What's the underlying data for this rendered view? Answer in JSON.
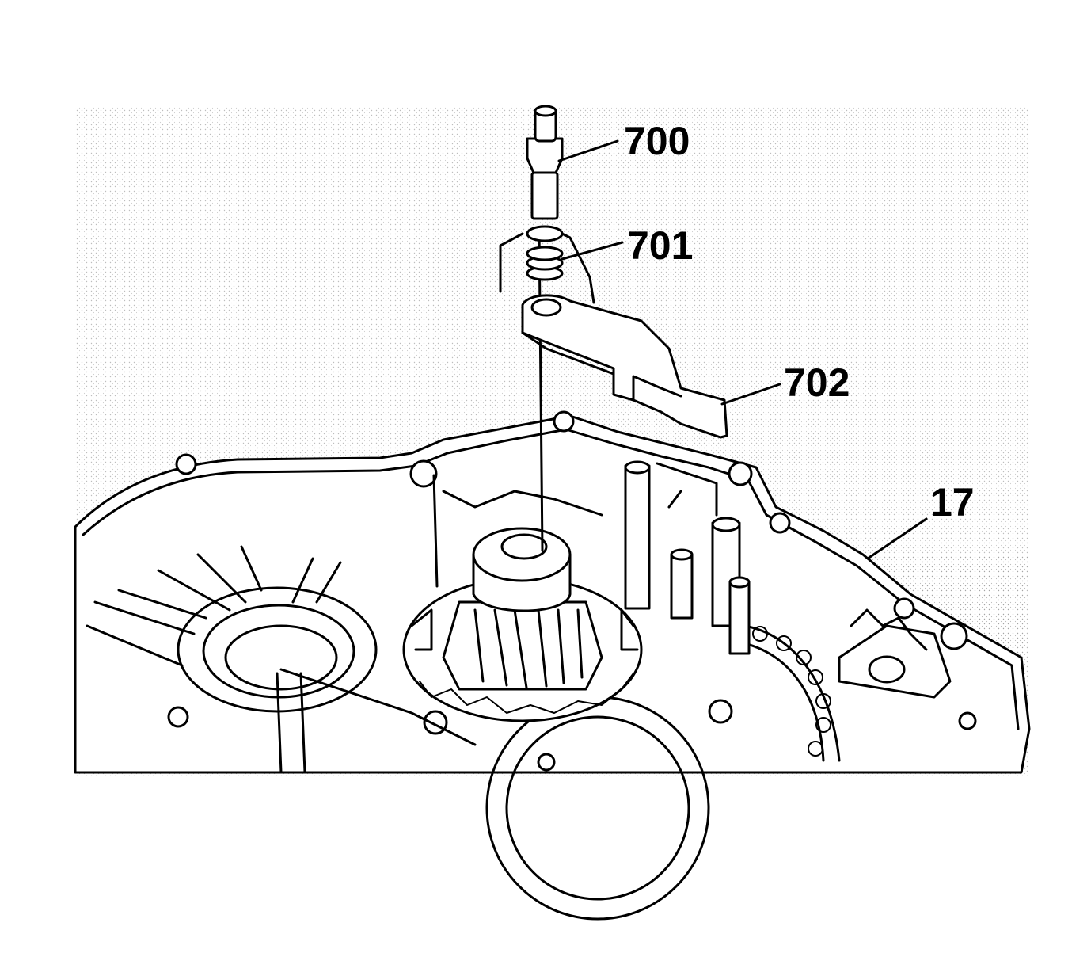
{
  "diagram": {
    "background_color": "#ffffff",
    "line_color": "#000000",
    "callouts": [
      {
        "id": "700",
        "label": "700"
      },
      {
        "id": "701",
        "label": "701"
      },
      {
        "id": "702",
        "label": "702"
      },
      {
        "id": "17",
        "label": "17"
      }
    ]
  }
}
